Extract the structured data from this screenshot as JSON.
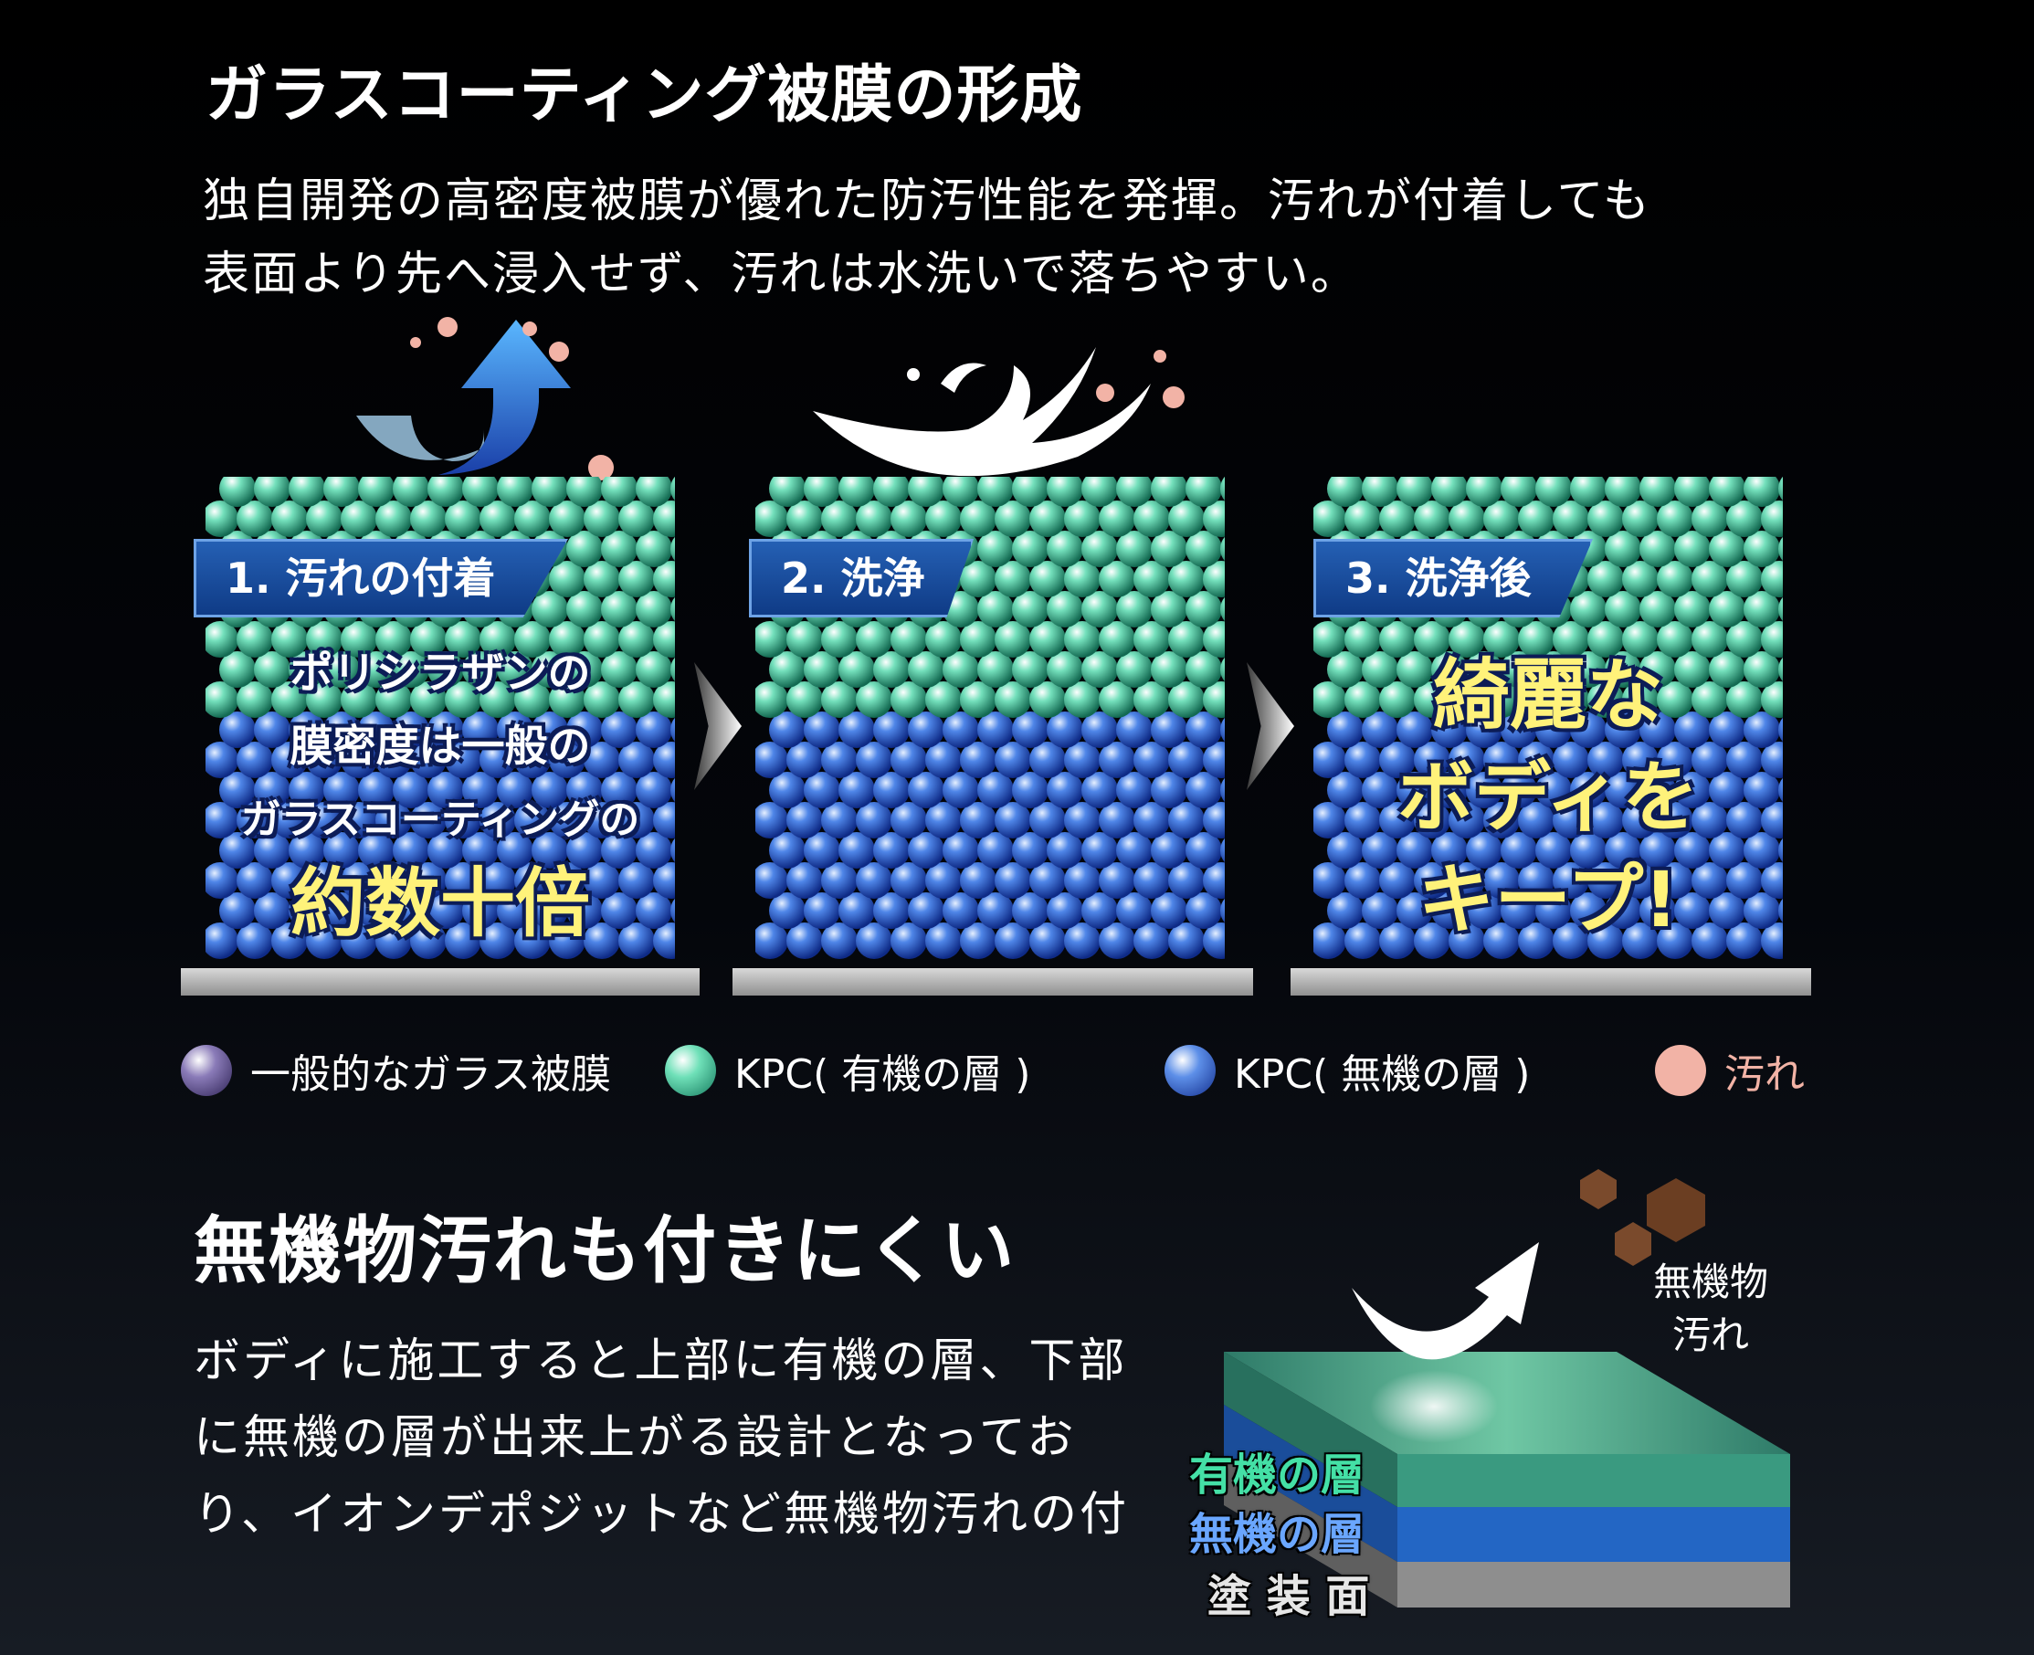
{
  "heading": "ガラスコーティング被膜の形成",
  "lead": [
    "独自開発の高密度被膜が優れた防汚性能を発揮。汚れが付着しても",
    "表面より先へ浸入せず、汚れは水洗いで落ちやすい。"
  ],
  "panels": [
    {
      "label": "1. 汚れの付着",
      "lines": [
        "ポリシラザンの",
        "膜密度は一般の",
        "ガラスコーティングの",
        "約数十倍"
      ]
    },
    {
      "label": "2. 洗浄",
      "lines": []
    },
    {
      "label": "3. 洗浄後",
      "lines": [
        "綺麗な",
        "ボディを",
        "キープ!"
      ]
    }
  ],
  "legend": [
    {
      "label": "一般的なガラス被膜",
      "color": "#6a5a96"
    },
    {
      "label": "KPC( 有機の層 )",
      "color": "#48c99c"
    },
    {
      "label": "KPC( 無機の層 )",
      "color": "#3d6fcf"
    },
    {
      "label": "汚れ",
      "color": "#f2b3a6"
    }
  ],
  "section2": {
    "heading": "無機物汚れも付きにくい",
    "lines": [
      "ボディに施工すると上部に有機の層、下部",
      "に無機の層が出来上がる設計となってお",
      "り、イオンデポジットなど無機物汚れの付"
    ],
    "dirt_label": [
      "無機物",
      "汚れ"
    ],
    "layers": [
      "有機の層",
      "無機の層",
      "塗 装 面"
    ]
  },
  "colors": {
    "accent_yellow": "#fff27a",
    "organic_green": "#44e0a6",
    "inorganic_blue": "#6aa6ff",
    "tag_blue": "#1d4fa0"
  }
}
